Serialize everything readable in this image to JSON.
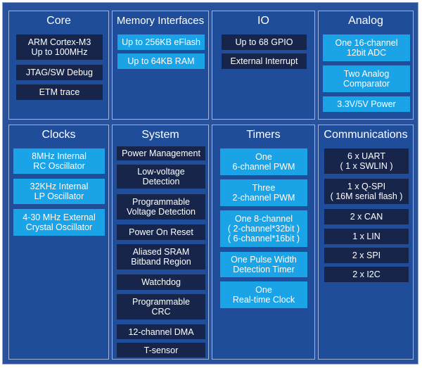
{
  "panels": {
    "core": {
      "title": "Core",
      "items": [
        "ARM Cortex-M3\nUp to 100MHz",
        "JTAG/SW Debug",
        "ETM trace"
      ]
    },
    "memory": {
      "title": "Memory Interfaces",
      "items": [
        "Up to 256KB eFlash",
        "Up to 64KB RAM"
      ]
    },
    "io": {
      "title": "IO",
      "items": [
        "Up to 68 GPIO",
        "External Interrupt"
      ]
    },
    "analog": {
      "title": "Analog",
      "items": [
        "One 16-channel\n12bit ADC",
        "Two Analog\nComparator",
        "3.3V/5V Power"
      ]
    },
    "clocks": {
      "title": "Clocks",
      "items": [
        "8MHz Internal\nRC Oscillator",
        "32KHz Internal\nLP Oscillator",
        "4-30 MHz External\nCrystal Oscillator"
      ]
    },
    "system": {
      "title": "System",
      "items": [
        "Power Management",
        "Low-voltage\nDetection",
        "Programmable\nVoltage Detection",
        "Power On Reset",
        "Aliased SRAM\nBitband Region",
        "Watchdog",
        "Programmable\nCRC",
        "12-channel DMA",
        "T-sensor"
      ]
    },
    "timers": {
      "title": "Timers",
      "items": [
        "One\n6-channel PWM",
        "Three\n2-channel PWM",
        "One 8-channel\n( 2-channel*32bit )\n( 6-channel*16bit )",
        "One Pulse Width\nDetection Timer",
        "One\nReal-time Clock"
      ]
    },
    "comms": {
      "title": "Communications",
      "items": [
        "6 x UART\n( 1 x SWLIN )",
        "1 x Q-SPI\n( 16M serial flash )",
        "2 x CAN",
        "1 x LIN",
        "2 x SPI",
        "2 x I2C"
      ]
    }
  },
  "colors": {
    "frame": "#2a519c",
    "panel": "#1f4d9a",
    "dark_box": "#17254a",
    "cyan_box": "#1aa3e6",
    "border": "#9fb3d8"
  }
}
